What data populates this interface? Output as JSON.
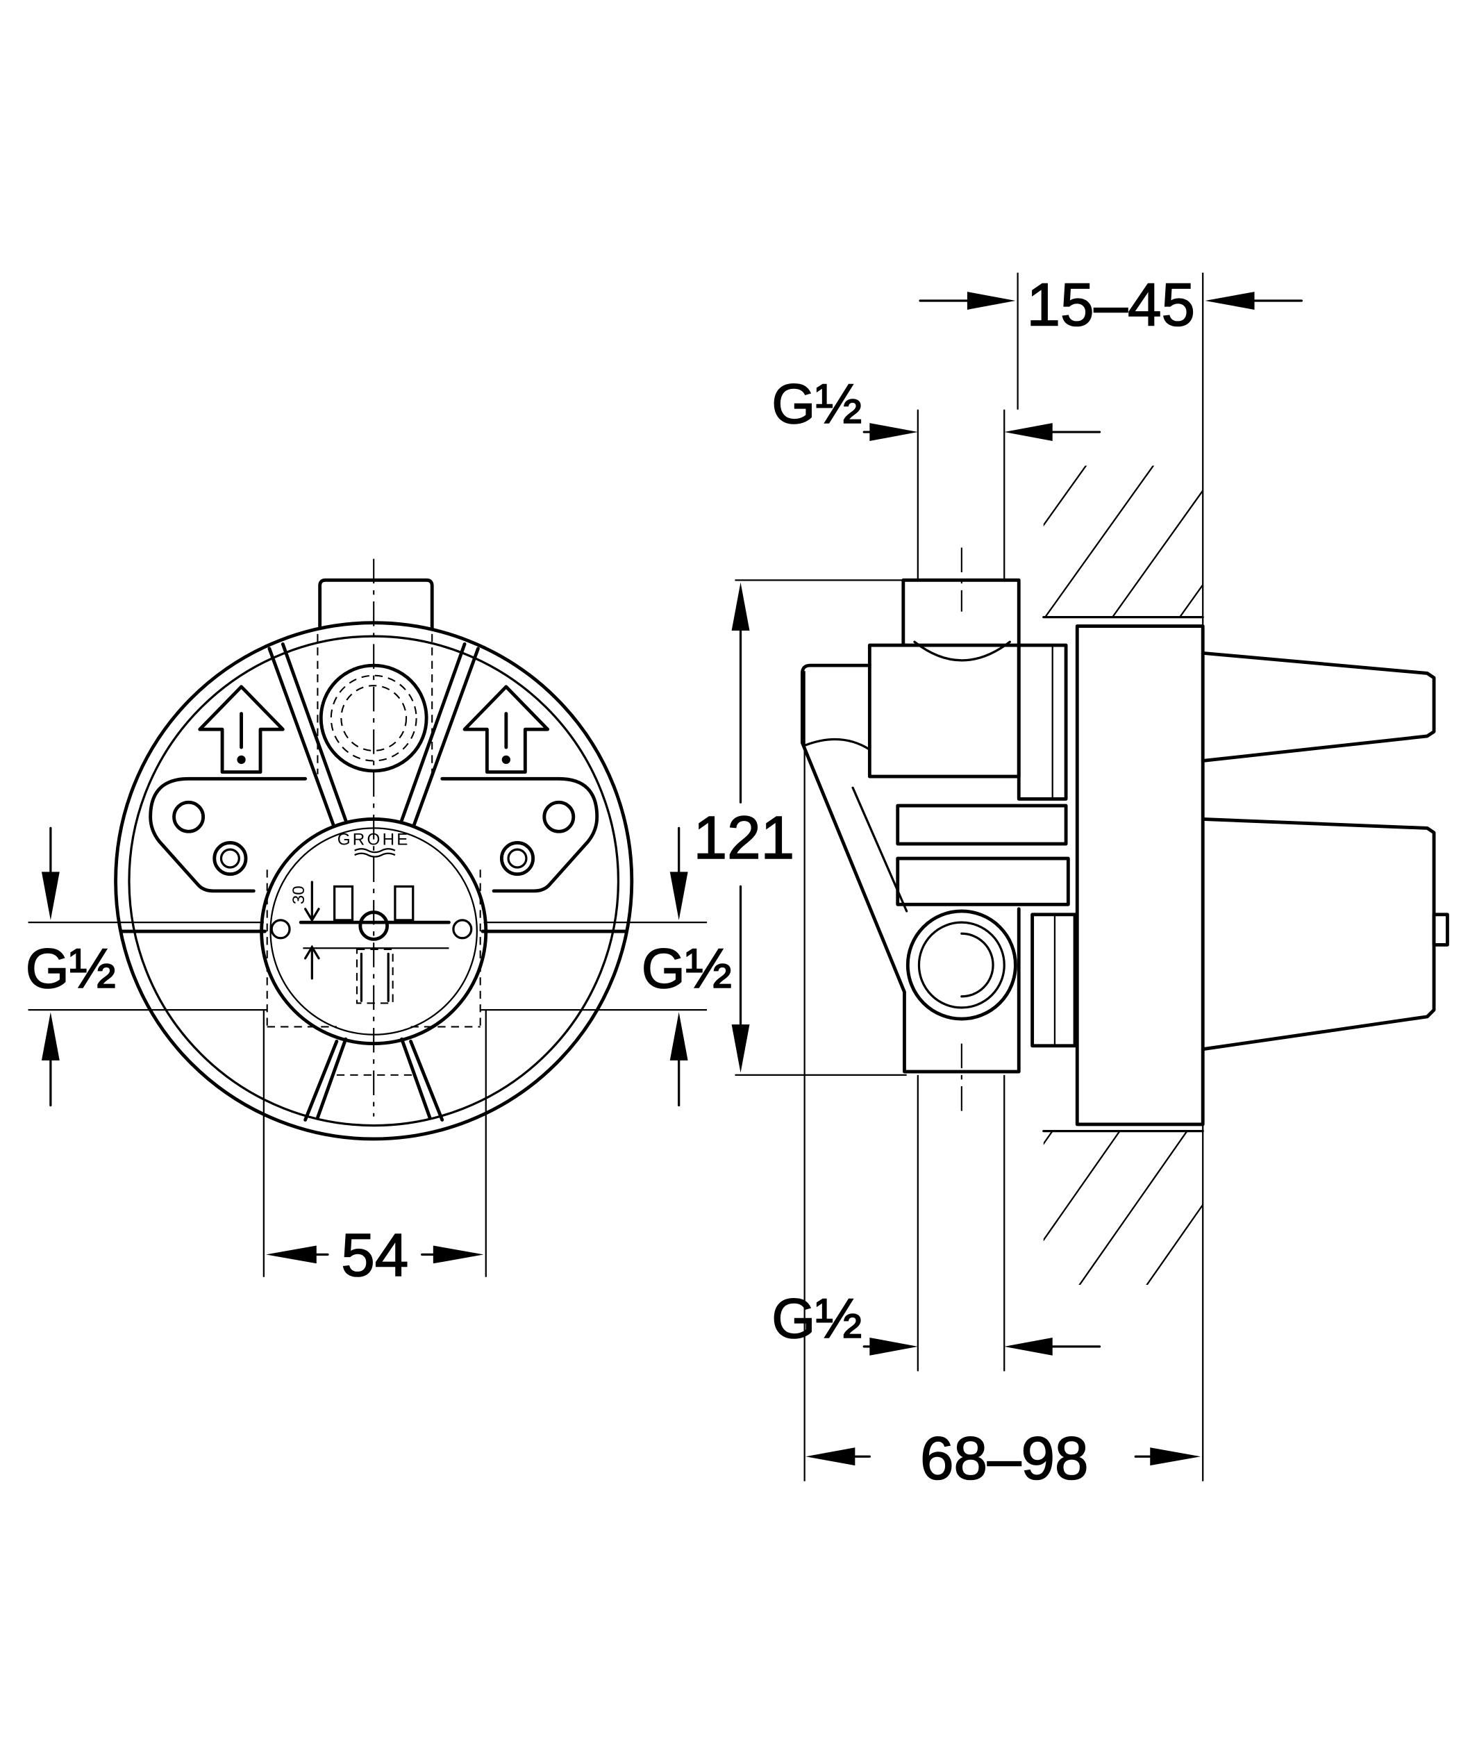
{
  "front_view": {
    "logo": "GROHE",
    "angle_label": "30",
    "inlet_left": "G½",
    "inlet_right": "G½",
    "dim_width": "54"
  },
  "side_view": {
    "dim_wall_depth": "15–45",
    "outlet_top": "G½",
    "dim_height": "121",
    "outlet_bottom": "G½",
    "dim_depth": "68–98"
  }
}
